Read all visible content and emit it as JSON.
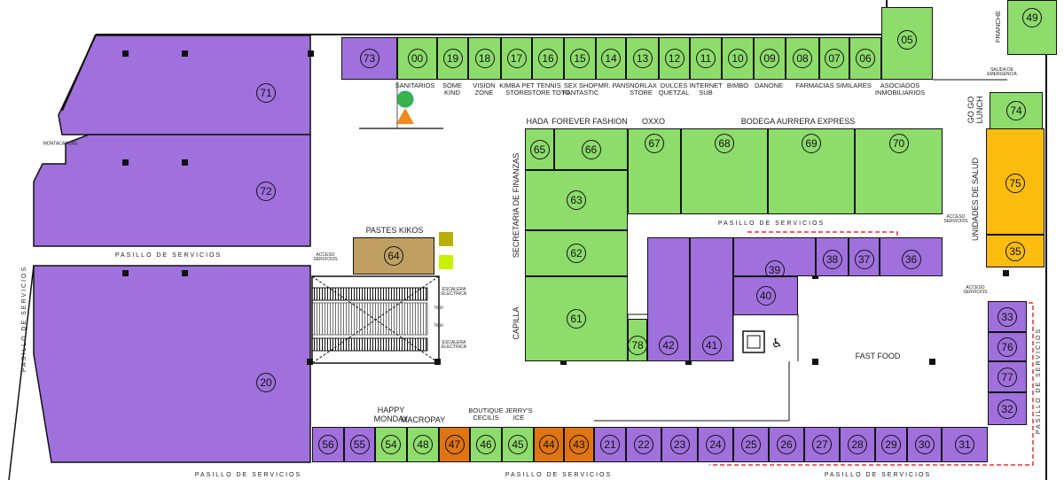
{
  "colors": {
    "purple": "#a070dd",
    "green": "#8ddc6c",
    "orange": "#df7410",
    "gold": "#fcbc10",
    "tan": "#bfa062",
    "dash": "#e53030"
  },
  "units": [
    {
      "n": "73",
      "c": "purple"
    },
    {
      "n": "00",
      "c": "green"
    },
    {
      "n": "19",
      "c": "green"
    },
    {
      "n": "18",
      "c": "green"
    },
    {
      "n": "17",
      "c": "green"
    },
    {
      "n": "16",
      "c": "green"
    },
    {
      "n": "15",
      "c": "green"
    },
    {
      "n": "14",
      "c": "green"
    },
    {
      "n": "13",
      "c": "green"
    },
    {
      "n": "12",
      "c": "green"
    },
    {
      "n": "11",
      "c": "green"
    },
    {
      "n": "10",
      "c": "green"
    },
    {
      "n": "09",
      "c": "green"
    },
    {
      "n": "08",
      "c": "green"
    },
    {
      "n": "07",
      "c": "green"
    },
    {
      "n": "06",
      "c": "green"
    },
    {
      "n": "05",
      "c": "green"
    },
    {
      "n": "49",
      "c": "green"
    },
    {
      "n": "74",
      "c": "green"
    },
    {
      "n": "65",
      "c": "green"
    },
    {
      "n": "66",
      "c": "green"
    },
    {
      "n": "67",
      "c": "green"
    },
    {
      "n": "68",
      "c": "green"
    },
    {
      "n": "69",
      "c": "green"
    },
    {
      "n": "70",
      "c": "green"
    },
    {
      "n": "63",
      "c": "green"
    },
    {
      "n": "62",
      "c": "green"
    },
    {
      "n": "61",
      "c": "green"
    },
    {
      "n": "78",
      "c": "green"
    },
    {
      "n": "42",
      "c": "purple"
    },
    {
      "n": "41",
      "c": "purple"
    },
    {
      "n": "39",
      "c": "purple"
    },
    {
      "n": "40",
      "c": "purple"
    },
    {
      "n": "38",
      "c": "purple"
    },
    {
      "n": "37",
      "c": "purple"
    },
    {
      "n": "36",
      "c": "purple"
    },
    {
      "n": "75",
      "c": "gold"
    },
    {
      "n": "35",
      "c": "gold"
    },
    {
      "n": "33",
      "c": "purple"
    },
    {
      "n": "76",
      "c": "purple"
    },
    {
      "n": "77",
      "c": "purple"
    },
    {
      "n": "32",
      "c": "purple"
    },
    {
      "n": "64",
      "c": "tan"
    },
    {
      "n": "56",
      "c": "purple"
    },
    {
      "n": "55",
      "c": "purple"
    },
    {
      "n": "54",
      "c": "green"
    },
    {
      "n": "48",
      "c": "green"
    },
    {
      "n": "47",
      "c": "orange"
    },
    {
      "n": "46",
      "c": "green"
    },
    {
      "n": "45",
      "c": "green"
    },
    {
      "n": "44",
      "c": "orange"
    },
    {
      "n": "43",
      "c": "orange"
    },
    {
      "n": "21",
      "c": "purple"
    },
    {
      "n": "22",
      "c": "purple"
    },
    {
      "n": "23",
      "c": "purple"
    },
    {
      "n": "24",
      "c": "purple"
    },
    {
      "n": "25",
      "c": "purple"
    },
    {
      "n": "26",
      "c": "purple"
    },
    {
      "n": "27",
      "c": "purple"
    },
    {
      "n": "28",
      "c": "purple"
    },
    {
      "n": "29",
      "c": "purple"
    },
    {
      "n": "30",
      "c": "purple"
    },
    {
      "n": "31",
      "c": "purple"
    }
  ],
  "big_units": [
    {
      "n": "71",
      "c": "purple"
    },
    {
      "n": "72",
      "c": "purple"
    },
    {
      "n": "20",
      "c": "purple"
    }
  ],
  "labels": [
    "SANITARIOS",
    "SOME\nKIND",
    "VISION\nZONE",
    "KIMBA PET\nSTORE",
    "TENNIS\nSTORE TOTO",
    "SEX SHOP\nFANTASTIC",
    "MR. PAN",
    "SNORLAX\nSTORE",
    "DULCES\nQUETZAL",
    "INTERNET\nSUB",
    "BIMBO",
    "DANONE",
    "FARMACIAS SIMILARES",
    "ASOCIADOS\nINMOBILIARIOS",
    "HADA",
    "FOREVER FASHION",
    "OXXO",
    "BODEGA AURRERA EXPRESS",
    "PASTES KIKOS",
    "HAPPY\nMONDAY",
    "MACROPAY",
    "BOUTIQUE\nCECILIS",
    "JERRY'S\nICE",
    "FAST FOOD",
    "SECRETARIA DE FINANZAS",
    "CAPILLA",
    "UNIDADES DE SALUD",
    "FRANCHE",
    "GO GO\nLUNCH"
  ],
  "halls": [
    "PASILLO DE SERVICIOS",
    "PASILLO DE SERVICIOS",
    "PASILLO DE SERVICIOS",
    "PASILLO DE SERVICIOS",
    "PASILLO DE SERVICIOS",
    "PASILLO DE SERVICIOS",
    "PASILLO DE SERVICIOS"
  ],
  "small_labels": [
    "ACCESO\nSERVICIOS",
    "ACCESO\nSERVICIOS",
    "ACCESO\nSERVICIOS",
    "SALIDA DE\nEMERGENCIA",
    "MONTACARGAS",
    "ESCALERA\nELECTRICA",
    "ESCALERA\nELECTRICA",
    "baja",
    "baja"
  ]
}
